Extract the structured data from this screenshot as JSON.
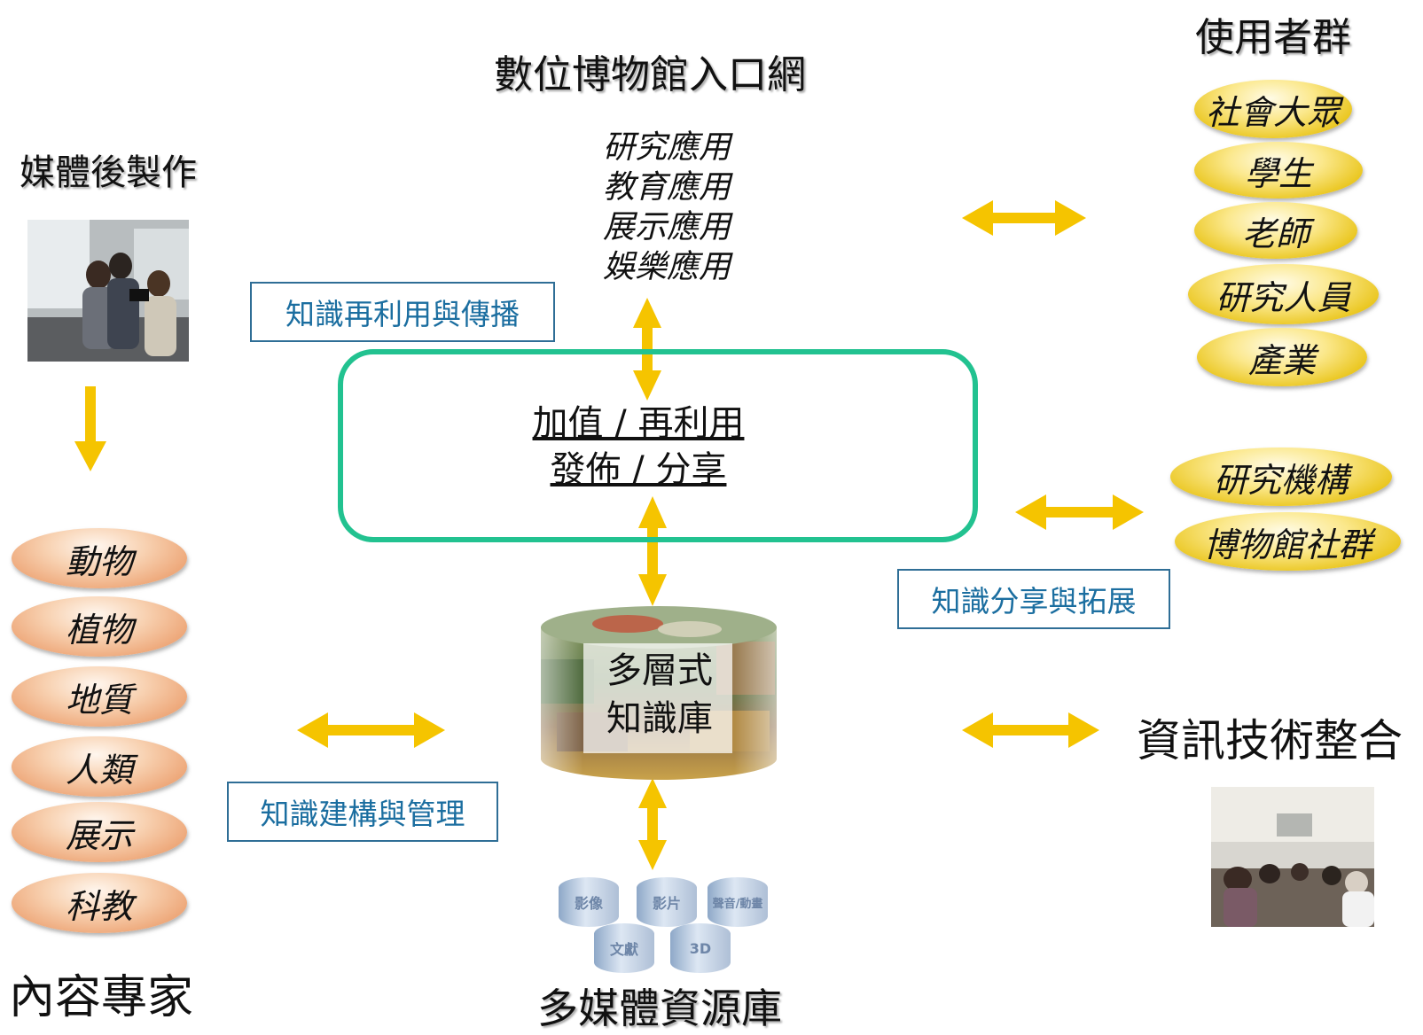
{
  "portal": {
    "title": "數位博物館入口網",
    "applications": [
      "研究應用",
      "教育應用",
      "展示應用",
      "娛樂應用"
    ]
  },
  "users": {
    "title": "使用者群",
    "groups": [
      "社會大眾",
      "學生",
      "老師",
      "研究人員",
      "產業"
    ],
    "institutions": [
      "研究機構",
      "博物館社群"
    ]
  },
  "media_postproduction": {
    "title": "媒體後製作"
  },
  "content_experts": {
    "title": "內容專家",
    "domains": [
      "動物",
      "植物",
      "地質",
      "人類",
      "展示",
      "科教"
    ]
  },
  "core": {
    "line1": "加值 / 再利用",
    "line2": "發佈 / 分享"
  },
  "knowledge_boxes": {
    "reuse": "知識再利用與傳播",
    "share": "知識分享與拓展",
    "build": "知識建構與管理"
  },
  "knowledge_base": {
    "line1": "多層式",
    "line2": "知識庫"
  },
  "multimedia": {
    "title": "多媒體資源庫",
    "stores": [
      "影像",
      "影片",
      "聲音/動畫",
      "文獻",
      "3D"
    ]
  },
  "it_integration": {
    "title": "資訊技術整合"
  },
  "colors": {
    "arrow": "#f5c400",
    "core_border": "#22c290",
    "box_border": "#2f6e96",
    "box_text": "#1b6ea0"
  }
}
